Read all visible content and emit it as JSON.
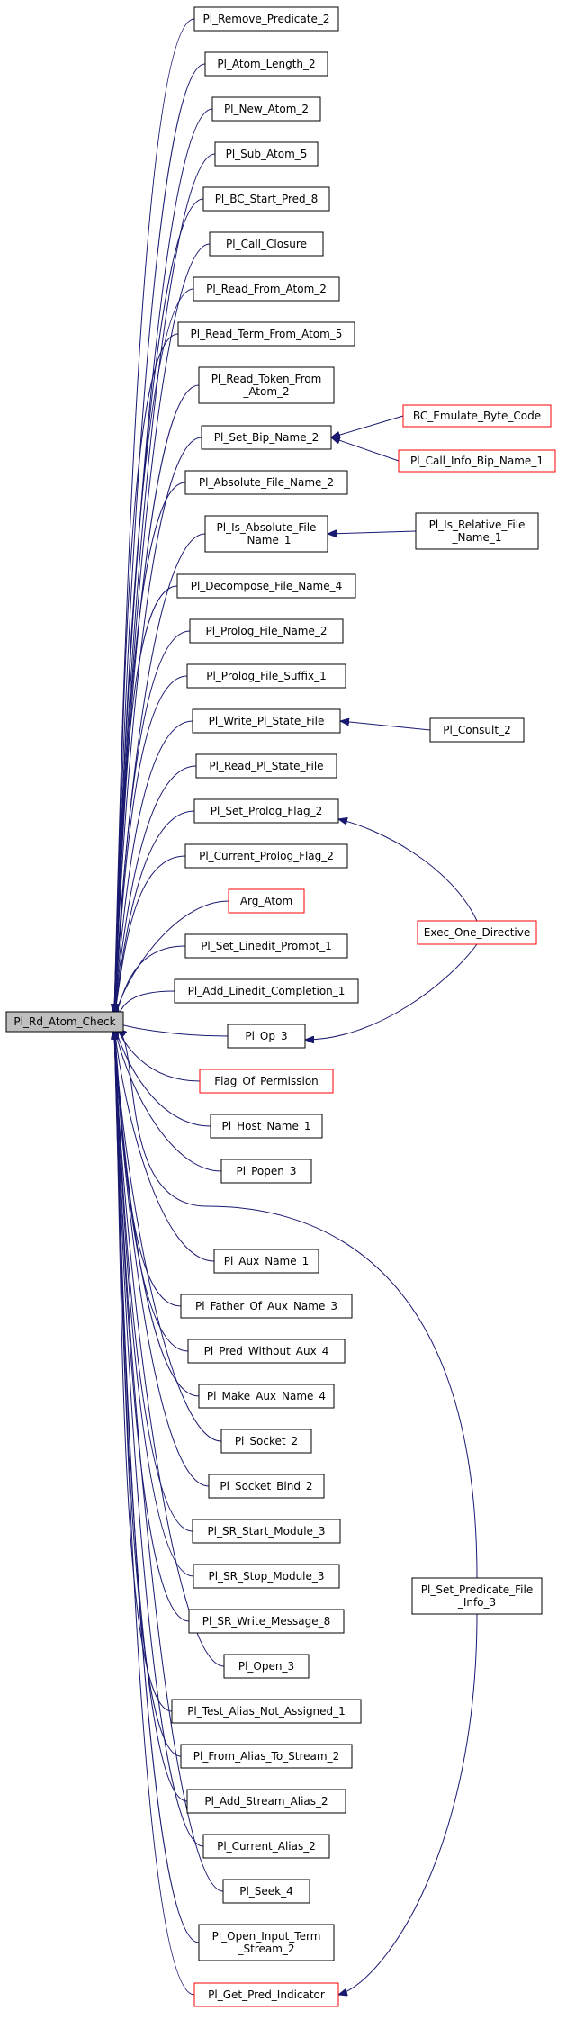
{
  "root": {
    "label": "Pl_Rd_Atom_Check"
  },
  "colors": {
    "edge": "#191970",
    "red_border": "#ff0000",
    "root_fill": "#bfbfbf"
  },
  "callers": [
    {
      "id": "n1",
      "lines": [
        "Pl_Remove_Predicate_2"
      ]
    },
    {
      "id": "n2",
      "lines": [
        "Pl_Atom_Length_2"
      ]
    },
    {
      "id": "n3",
      "lines": [
        "Pl_New_Atom_2"
      ]
    },
    {
      "id": "n4",
      "lines": [
        "Pl_Sub_Atom_5"
      ]
    },
    {
      "id": "n5",
      "lines": [
        "Pl_BC_Start_Pred_8"
      ]
    },
    {
      "id": "n6",
      "lines": [
        "Pl_Call_Closure"
      ]
    },
    {
      "id": "n7",
      "lines": [
        "Pl_Read_From_Atom_2"
      ]
    },
    {
      "id": "n8",
      "lines": [
        "Pl_Read_Term_From_Atom_5"
      ]
    },
    {
      "id": "n9",
      "lines": [
        "Pl_Read_Token_From",
        "_Atom_2"
      ]
    },
    {
      "id": "n10",
      "lines": [
        "Pl_Set_Bip_Name_2"
      ]
    },
    {
      "id": "n11",
      "lines": [
        "Pl_Absolute_File_Name_2"
      ]
    },
    {
      "id": "n12",
      "lines": [
        "Pl_Is_Absolute_File",
        "_Name_1"
      ]
    },
    {
      "id": "n13",
      "lines": [
        "Pl_Decompose_File_Name_4"
      ]
    },
    {
      "id": "n14",
      "lines": [
        "Pl_Prolog_File_Name_2"
      ]
    },
    {
      "id": "n15",
      "lines": [
        "Pl_Prolog_File_Suffix_1"
      ]
    },
    {
      "id": "n16",
      "lines": [
        "Pl_Write_Pl_State_File"
      ]
    },
    {
      "id": "n17",
      "lines": [
        "Pl_Read_Pl_State_File"
      ]
    },
    {
      "id": "n18",
      "lines": [
        "Pl_Set_Prolog_Flag_2"
      ]
    },
    {
      "id": "n19",
      "lines": [
        "Pl_Current_Prolog_Flag_2"
      ]
    },
    {
      "id": "n20",
      "lines": [
        "Arg_Atom"
      ],
      "red": true
    },
    {
      "id": "n21",
      "lines": [
        "Pl_Set_Linedit_Prompt_1"
      ]
    },
    {
      "id": "n22",
      "lines": [
        "Pl_Add_Linedit_Completion_1"
      ]
    },
    {
      "id": "n23",
      "lines": [
        "Pl_Op_3"
      ]
    },
    {
      "id": "n24",
      "lines": [
        "Flag_Of_Permission"
      ],
      "red": true
    },
    {
      "id": "n25",
      "lines": [
        "Pl_Host_Name_1"
      ]
    },
    {
      "id": "n26",
      "lines": [
        "Pl_Popen_3"
      ]
    },
    {
      "id": "n27",
      "lines": [
        "Pl_Aux_Name_1"
      ]
    },
    {
      "id": "n28",
      "lines": [
        "Pl_Father_Of_Aux_Name_3"
      ]
    },
    {
      "id": "n29",
      "lines": [
        "Pl_Pred_Without_Aux_4"
      ]
    },
    {
      "id": "n30",
      "lines": [
        "Pl_Make_Aux_Name_4"
      ]
    },
    {
      "id": "n31",
      "lines": [
        "Pl_Socket_2"
      ]
    },
    {
      "id": "n32",
      "lines": [
        "Pl_Socket_Bind_2"
      ]
    },
    {
      "id": "n33",
      "lines": [
        "Pl_SR_Start_Module_3"
      ]
    },
    {
      "id": "n34",
      "lines": [
        "Pl_SR_Stop_Module_3"
      ]
    },
    {
      "id": "n35",
      "lines": [
        "Pl_SR_Write_Message_8"
      ]
    },
    {
      "id": "n36",
      "lines": [
        "Pl_Open_3"
      ]
    },
    {
      "id": "n37",
      "lines": [
        "Pl_Test_Alias_Not_Assigned_1"
      ]
    },
    {
      "id": "n38",
      "lines": [
        "Pl_From_Alias_To_Stream_2"
      ]
    },
    {
      "id": "n39",
      "lines": [
        "Pl_Add_Stream_Alias_2"
      ]
    },
    {
      "id": "n40",
      "lines": [
        "Pl_Current_Alias_2"
      ]
    },
    {
      "id": "n41",
      "lines": [
        "Pl_Seek_4"
      ]
    },
    {
      "id": "n42",
      "lines": [
        "Pl_Open_Input_Term",
        "_Stream_2"
      ]
    },
    {
      "id": "n43",
      "lines": [
        "Pl_Get_Pred_Indicator"
      ],
      "red": true
    }
  ],
  "second_level": [
    {
      "id": "m1",
      "lines": [
        "BC_Emulate_Byte_Code"
      ],
      "red": true
    },
    {
      "id": "m2",
      "lines": [
        "Pl_Call_Info_Bip_Name_1"
      ],
      "red": true
    },
    {
      "id": "m3",
      "lines": [
        "Pl_Is_Relative_File",
        "_Name_1"
      ]
    },
    {
      "id": "m4",
      "lines": [
        "Pl_Consult_2"
      ]
    },
    {
      "id": "m5",
      "lines": [
        "Exec_One_Directive"
      ],
      "red": true
    },
    {
      "id": "m6",
      "lines": [
        "Pl_Set_Predicate_File",
        "_Info_3"
      ]
    }
  ],
  "edges": [
    {
      "from": "m1",
      "to": "n10"
    },
    {
      "from": "m2",
      "to": "n10"
    },
    {
      "from": "m3",
      "to": "n12"
    },
    {
      "from": "m4",
      "to": "n16"
    },
    {
      "from": "m5",
      "to": "n18"
    },
    {
      "from": "m5",
      "to": "n23"
    },
    {
      "from": "m6",
      "to": "root"
    },
    {
      "from": "m6",
      "to": "n43"
    }
  ]
}
